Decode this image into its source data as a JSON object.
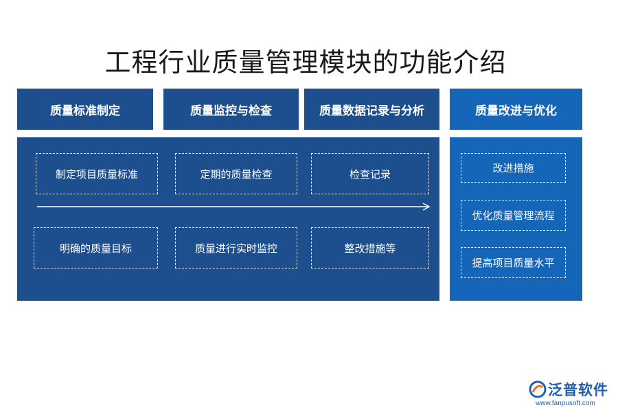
{
  "title": "工程行业质量管理模块的功能介绍",
  "columns": [
    {
      "header": "质量标准制定",
      "items": [
        "制定项目质量标准",
        "明确的质量目标"
      ]
    },
    {
      "header": "质量监控与检查",
      "items": [
        "定期的质量检查",
        "质量进行实时监控"
      ]
    },
    {
      "header": "质量数据记录与分析",
      "items": [
        "检查记录",
        "整改措施等"
      ]
    },
    {
      "header": "质量改进与优化",
      "items": [
        "改进措施",
        "优化质量管理流程",
        "提高项目质量水平"
      ]
    }
  ],
  "logo": {
    "name": "泛普软件",
    "url": "www.fanpusoft.com"
  },
  "colors": {
    "dark_blue": "#1d4f8e",
    "medium_blue": "#1565b8"
  }
}
